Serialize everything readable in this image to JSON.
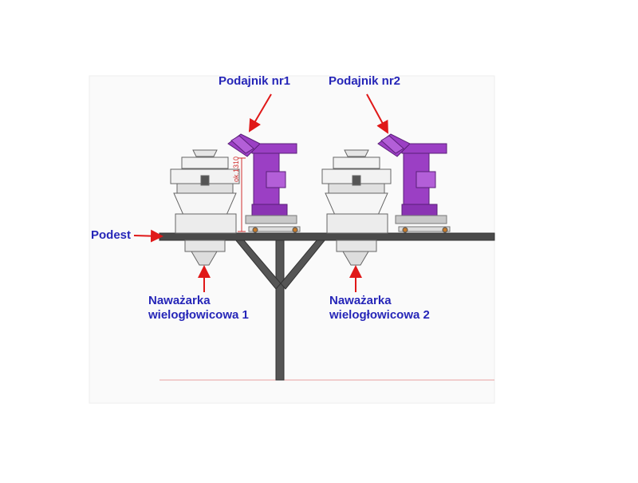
{
  "labels": {
    "feeder_1": "Podajnik nr1",
    "feeder_2": "Podajnik nr2",
    "platform": "Podest",
    "weigher_1": [
      "Naważarka",
      "wielogłowicowa 1"
    ],
    "weigher_2": [
      "Naważarka",
      "wielogłowicowa 2"
    ]
  },
  "dimension": "ok.1310",
  "colors": {
    "label_text": "#2626b8",
    "arrow": "#e01818",
    "feeder_body": "#9b3fc4",
    "feeder_edge": "#5a1f78",
    "structure": "#333333",
    "dimension_line": "#d03030"
  }
}
